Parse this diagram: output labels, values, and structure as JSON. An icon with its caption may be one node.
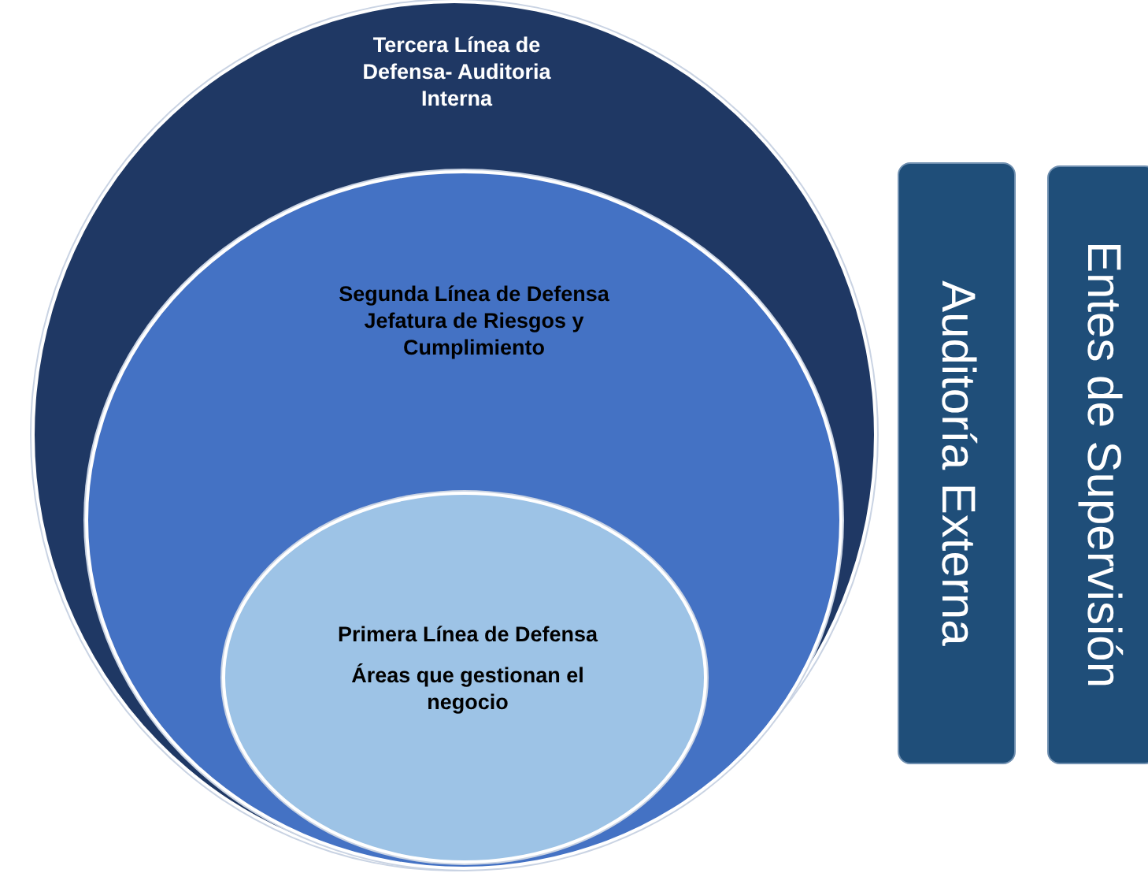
{
  "diagram": {
    "nodes": [
      {
        "text": [
          "Tercera Línea de Defensa- Auditoria Interna"
        ]
      },
      {
        "text": [
          "Segunda Línea de Defensa Jefatura de Riesgos y Cumplimiento"
        ],
        "in": 0
      },
      {
        "text": [
          "Primera Línea de Defensa",
          "Áreas que gestionan el negocio"
        ],
        "in": 1
      },
      {
        "text": [
          "Auditoría Externa"
        ]
      },
      {
        "text": [
          "Entes de Supervisión"
        ]
      }
    ],
    "edges": []
  }
}
